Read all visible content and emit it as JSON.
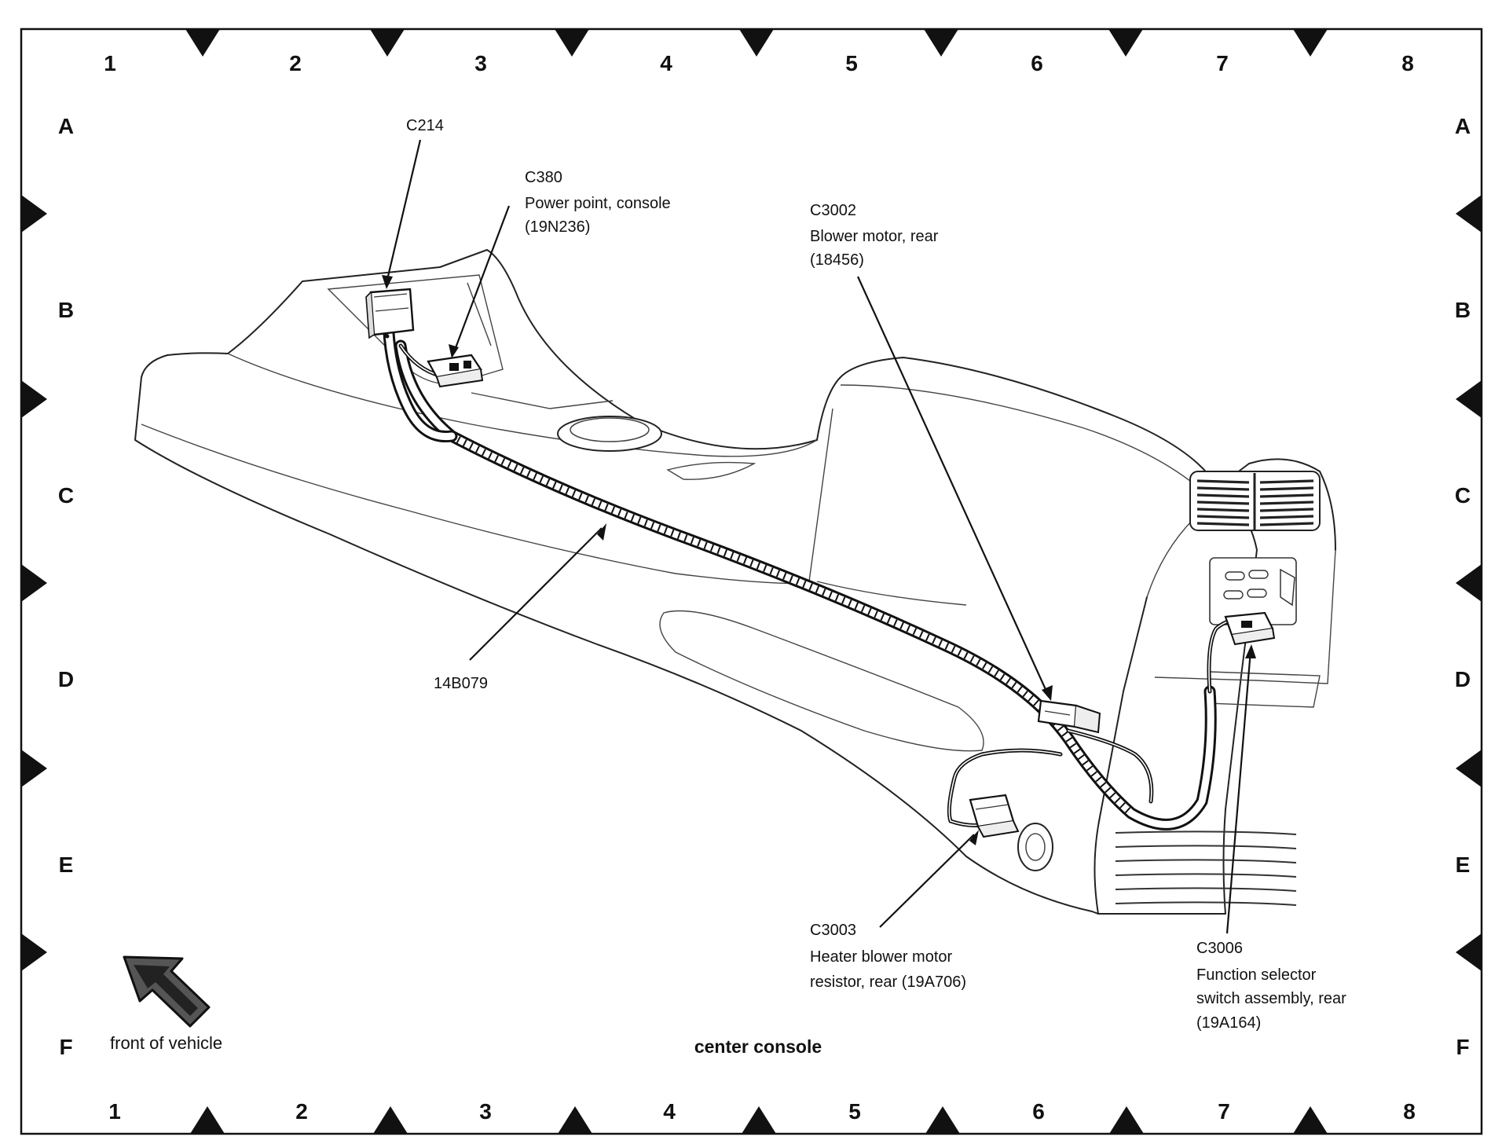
{
  "diagram": {
    "caption": "center console",
    "front_label": "front of vehicle",
    "columns": [
      "1",
      "2",
      "3",
      "4",
      "5",
      "6",
      "7",
      "8"
    ],
    "rows": [
      "A",
      "B",
      "C",
      "D",
      "E",
      "F"
    ],
    "callouts": {
      "c214": {
        "id": "C214",
        "lines": []
      },
      "c380": {
        "id": "C380",
        "lines": [
          "Power point, console",
          "(19N236)"
        ]
      },
      "c3002": {
        "id": "C3002",
        "lines": [
          "Blower motor, rear",
          "(18456)"
        ]
      },
      "harness": {
        "id": "14B079",
        "lines": []
      },
      "c3003": {
        "id": "C3003",
        "lines": [
          "Heater blower motor",
          "resistor, rear (19A706)"
        ]
      },
      "c3006": {
        "id": "C3006",
        "lines": [
          "Function selector",
          "switch assembly, rear",
          "(19A164)"
        ]
      }
    },
    "icons": {
      "front_arrow": "front-of-vehicle-arrow-icon"
    }
  }
}
